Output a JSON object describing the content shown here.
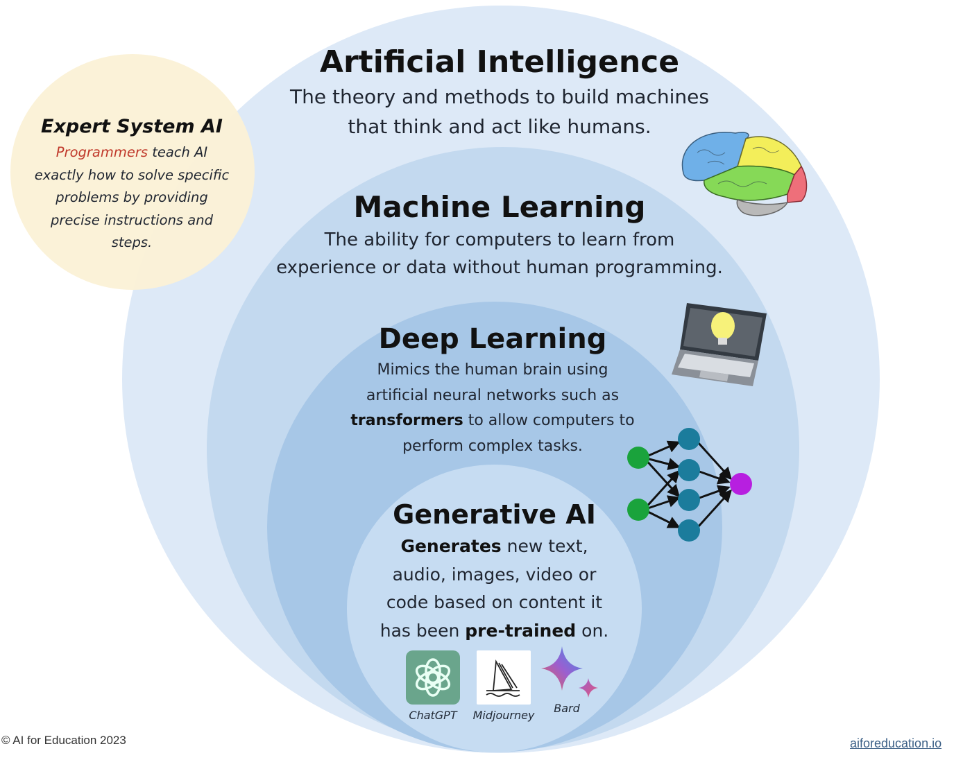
{
  "diagram": {
    "layers": [
      {
        "id": "artificial-intelligence",
        "title": "Artificial Intelligence",
        "description_lines": [
          "The theory and methods to build machines",
          "that think and act like humans."
        ],
        "color": "#dde9f7",
        "icon": "brain-icon"
      },
      {
        "id": "machine-learning",
        "title": "Machine Learning",
        "description_lines": [
          "The ability for computers to learn from",
          "experience or data without human programming."
        ],
        "color": "#c3d9ef",
        "icon": "laptop-lightbulb-icon"
      },
      {
        "id": "deep-learning",
        "title": "Deep Learning",
        "description": {
          "line1": "Mimics the human brain using",
          "line2": "artificial neural networks such as",
          "line3_bold": "transformers",
          "line3_rest": " to allow computers to",
          "line4": "perform complex tasks."
        },
        "color": "#a7c7e7",
        "icon": "neural-network-icon"
      },
      {
        "id": "generative-ai",
        "title": "Generative AI",
        "description": {
          "line1_bold": "Generates",
          "line1_rest": " new text,",
          "line2": "audio, images, video or",
          "line3": "code based on content it",
          "line4_pre": "has been ",
          "line4_bold": "pre-trained",
          "line4_post": " on."
        },
        "color": "#c6dcf2",
        "tools": [
          {
            "name": "ChatGPT",
            "icon": "chatgpt-logo-icon",
            "color": "#6aa58c"
          },
          {
            "name": "Midjourney",
            "icon": "midjourney-sailboat-icon",
            "color": "#ffffff"
          },
          {
            "name": "Bard",
            "icon": "bard-sparkle-icon",
            "color": "#7b5cd6"
          }
        ]
      }
    ],
    "expert_system": {
      "title": "Expert System AI",
      "highlight": "Programmers",
      "line1_rest": " teach AI",
      "line2": "exactly how to solve specific",
      "line3": "problems by providing",
      "line4": "precise instructions and",
      "line5": "steps.",
      "color": "#fbf1d6",
      "highlight_color": "#c0392b"
    }
  },
  "footer": {
    "copyright": "© AI for Education 2023",
    "link": "aiforeducation.io"
  }
}
